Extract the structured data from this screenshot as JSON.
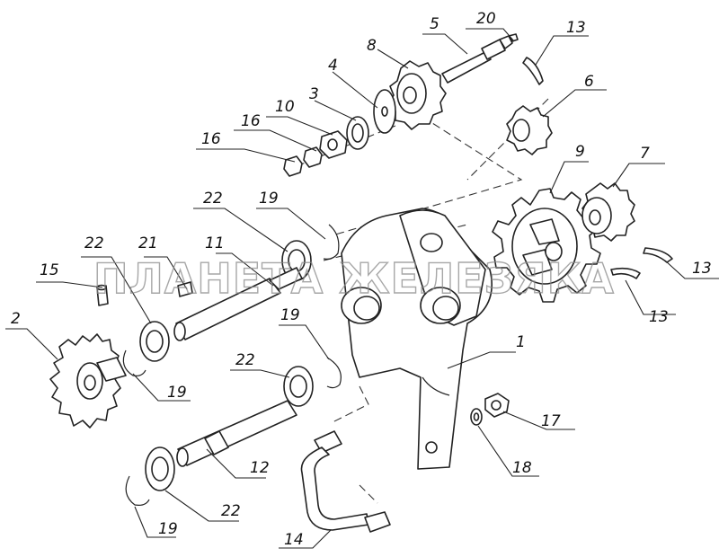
{
  "watermark": "ПЛАНЕТА ЖЕЛЕЗЯКА",
  "part_labels": [
    "1",
    "2",
    "3",
    "4",
    "5",
    "6",
    "7",
    "8",
    "9",
    "10",
    "11",
    "12",
    "13",
    "14",
    "15",
    "16",
    "17",
    "18",
    "19",
    "20",
    "21",
    "22"
  ]
}
